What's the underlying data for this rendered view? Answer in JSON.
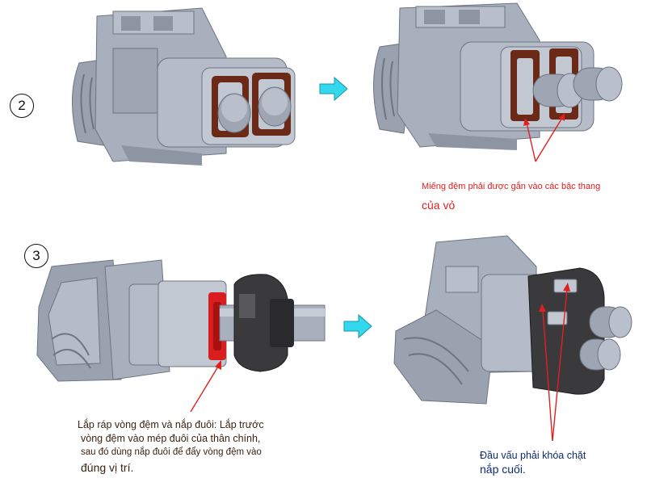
{
  "steps": [
    {
      "number": "2"
    },
    {
      "number": "3"
    }
  ],
  "notes": {
    "step2_line1": "Miếng đệm phải được gắn vào các bậc thang",
    "step2_line2": "của vỏ",
    "step3_left": [
      "Lắp ráp vòng đệm và nắp đuôi: Lắp trước",
      "vòng đệm vào mép đuôi của thân chính,",
      "sau đó dùng nắp đuôi để đẩy vòng đệm vào",
      "đúng vị trí."
    ],
    "step3_right": [
      "Đầu vấu phải khóa chặt",
      "nắp cuối."
    ]
  },
  "colors": {
    "housing": "#a9b0bd",
    "seal_brown": "#6b2a18",
    "seal_red": "#d81e1e",
    "cap": "#3a3a3c",
    "arrow": "#34d8ee",
    "leader": "#e02020"
  }
}
